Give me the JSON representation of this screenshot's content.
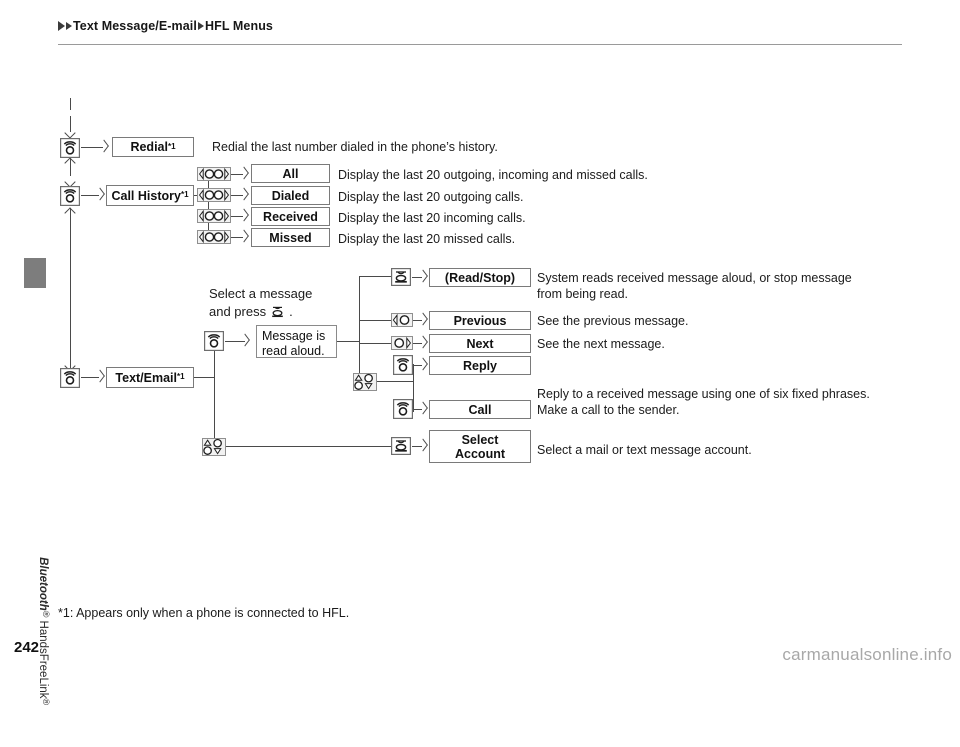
{
  "header": {
    "crumb1": "Text Message/E-mail",
    "crumb2": "HFL Menus",
    "arrow_icon": "triangle-right-icon"
  },
  "side_tab": {
    "label_brand": "Bluetooth",
    "label_rest": " HandsFreeLink",
    "registered_mark": "®"
  },
  "footer": {
    "page_number": "242",
    "footnote": "*1: Appears only when a phone is connected to HFL.",
    "watermark": "carmanualsonline.info"
  },
  "flow": {
    "caption": {
      "line1": "Select a message",
      "line2": "and press",
      "line3": "."
    },
    "note_box": {
      "line1": "Message is",
      "line2": "read aloud."
    },
    "nodes": [
      {
        "id": "redial",
        "label": "Redial",
        "sup": "*1",
        "icon": "hfl-phone-button-icon"
      },
      {
        "id": "call-history",
        "label": "Call History",
        "sup": "*1",
        "icon": "hfl-phone-button-icon"
      },
      {
        "id": "text-email",
        "label": "Text/Email",
        "sup": "*1",
        "icon": "hfl-phone-button-icon"
      }
    ],
    "call_history_items": [
      {
        "label": "All",
        "icon": "knob-rotate-icon",
        "desc": "Display the last 20 outgoing, incoming and missed calls."
      },
      {
        "label": "Dialed",
        "icon": "knob-rotate-icon",
        "desc": "Display the last 20 outgoing calls."
      },
      {
        "label": "Received",
        "icon": "knob-rotate-icon",
        "desc": "Display the last 20 incoming calls."
      },
      {
        "label": "Missed",
        "icon": "knob-rotate-icon",
        "desc": "Display the last 20 missed calls."
      }
    ],
    "message_items": [
      {
        "label": "(Read/Stop)",
        "icon": "knob-press-icon",
        "desc_line1": "System reads received message aloud, or stop message",
        "desc_line2": "from being read."
      },
      {
        "label": "Previous",
        "icon": "knob-left-icon",
        "desc_line1": "See the previous message.",
        "desc_line2": ""
      },
      {
        "label": "Next",
        "icon": "knob-right-icon",
        "desc_line1": "See the next message.",
        "desc_line2": ""
      },
      {
        "label": "Reply",
        "icon": "hfl-phone-button-icon",
        "desc_line1": "",
        "desc_line2": ""
      },
      {
        "label": "Call",
        "icon": "hfl-phone-button-icon",
        "desc_line1": "Reply to a received message using one of six fixed phrases.",
        "desc_line2": "Make a call to the sender."
      }
    ],
    "account_item": {
      "label_line1": "Select",
      "label_line2": "Account",
      "icon": "knob-press-icon",
      "desc": "Select a mail or text message account."
    },
    "branch_icons": {
      "message_branch": "knob-up-down-icon",
      "account_branch": "knob-up-down-icon",
      "text_email_branch": "hfl-phone-button-icon"
    },
    "redial_desc": "Redial the last number dialed in the phone’s history."
  },
  "colors": {
    "line": "#4a4a4a",
    "box_border": "#7a7a7a",
    "text": "#1a1a1a",
    "tab": "#7d7d7d",
    "watermark": "#a8a8a8"
  }
}
